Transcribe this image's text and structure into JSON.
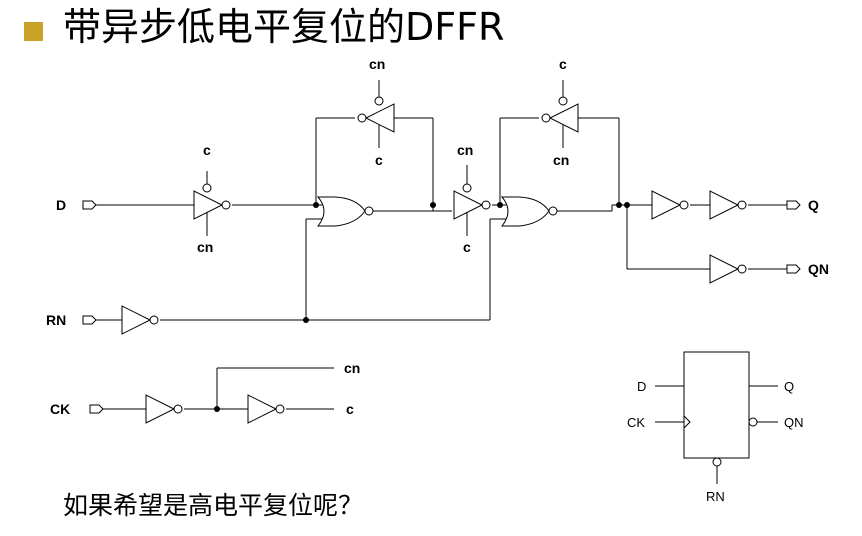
{
  "title": "带异步低电平复位的DFFR",
  "question": "如果希望是高电平复位呢？",
  "colors": {
    "bullet": "#C9A228",
    "line": "#000000",
    "background": "#ffffff"
  },
  "circuit": {
    "ports": {
      "d": "D",
      "rn": "RN",
      "ck": "CK",
      "q": "Q",
      "qn": "QN"
    },
    "clock_out": {
      "cn": "cn",
      "c": "c"
    },
    "ctrl": {
      "tg1_top": "c",
      "tg1_bottom": "cn",
      "fb1_top": "cn",
      "fb1_bottom": "c",
      "tg2_top": "cn",
      "tg2_bottom": "c",
      "fb2_top": "c",
      "fb2_bottom": "cn"
    }
  },
  "symbol": {
    "d": "D",
    "ck": "CK",
    "q": "Q",
    "qn": "QN",
    "rn": "RN"
  }
}
